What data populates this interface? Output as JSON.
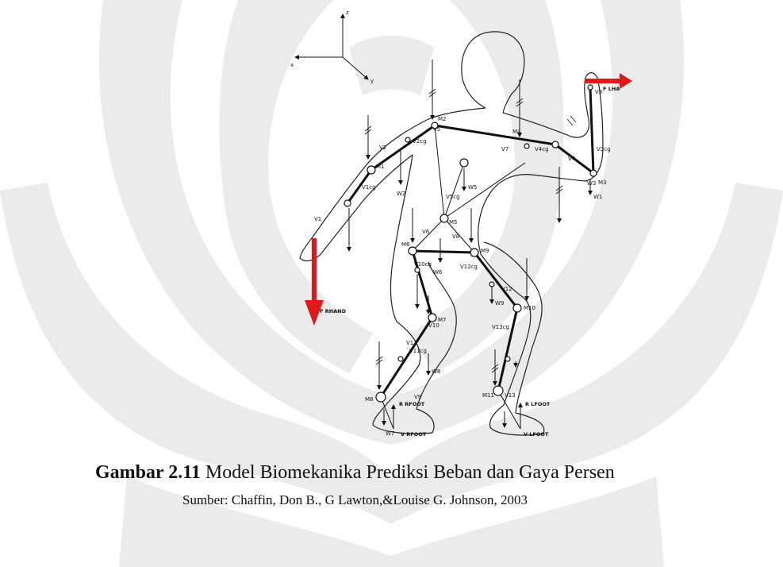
{
  "figure": {
    "caption_label": "Gambar 2.11",
    "caption_text": " Model Biomekanika Prediksi Beban dan Gaya Persen",
    "source_text": "Sumber: Chaffin, Don B., G Lawton,&Louise G. Johnson, 2003",
    "axes": {
      "x": "x",
      "y": "y",
      "z": "z"
    },
    "force_labels": {
      "right_hand": "F RHAND",
      "left_hand": "F LHA",
      "right_foot": "R RFOOT",
      "left_foot": "R LFOOT",
      "right_foot_v": "V RFOOT",
      "left_foot_v": "V LFOOT"
    },
    "node_labels": [
      "M2",
      "M3",
      "M5",
      "M6",
      "M8",
      "M9",
      "M10",
      "M7",
      "M11",
      "M1",
      "M4"
    ],
    "vector_labels": [
      "V1",
      "V2",
      "V3",
      "V4",
      "V5",
      "V6",
      "V7",
      "V8",
      "V9",
      "V10",
      "V11",
      "V12",
      "V13",
      "V1cg",
      "V2cg",
      "V3cg",
      "V4cg",
      "V5cg",
      "V10cg",
      "V11cg",
      "V12cg",
      "V13cg",
      "W1",
      "W2",
      "W3",
      "W5",
      "W6",
      "W7",
      "W8",
      "W9"
    ],
    "arrow_color": "#e01818",
    "watermark_color": "#e8e8e8"
  }
}
